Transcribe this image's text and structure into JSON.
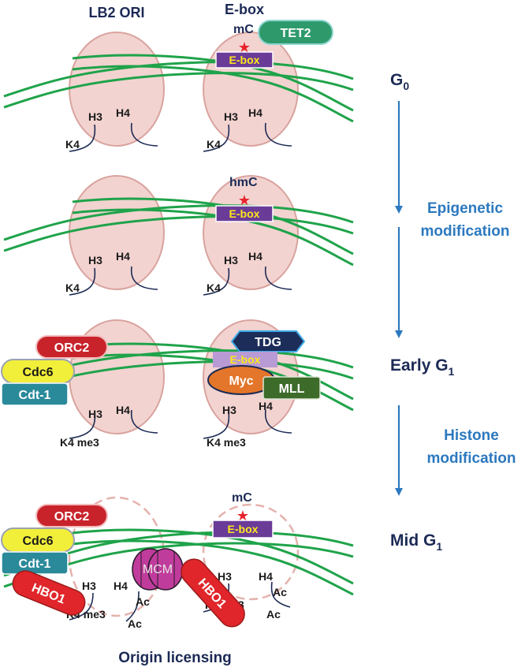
{
  "headers": {
    "left": "LB2 ORI",
    "right": "E-box"
  },
  "stages": {
    "g0": {
      "main": "G",
      "sub": "0"
    },
    "early_g1": {
      "main": "Early G",
      "sub": "1"
    },
    "mid_g1": {
      "main": "Mid G",
      "sub": "1"
    }
  },
  "processes": {
    "epigenetic": {
      "line1": "Epigenetic",
      "line2": "modification"
    },
    "histone": {
      "line1": "Histone",
      "line2": "modification"
    }
  },
  "histone_labels": {
    "h3": "H3",
    "h4": "H4",
    "k4": "K4",
    "k4me3": "K4 me3",
    "ac": "Ac"
  },
  "marks": {
    "methyl": "mC",
    "hydroxymethyl": "hmC"
  },
  "ebox_label": "E-box",
  "proteins": {
    "tet2": "TET2",
    "tdg": "TDG",
    "myc": "Myc",
    "mll": "MLL",
    "orc2": "ORC2",
    "cdc6": "Cdc6",
    "cdt1": "Cdt-1",
    "mcm": "MCM",
    "hbo1": "HBO1"
  },
  "footer": "Origin licensing",
  "colors": {
    "dna": "#1fa34a",
    "nucleosome": "#f2d3d0",
    "nucleosome_edge": "#d9a39e",
    "ebox": "#6a3c98",
    "ebox_light": "#b89ad4",
    "tet2": "#2e9a6c",
    "tdg": "#1c2d5a",
    "myc": "#e3762a",
    "mll": "#3d6b2a",
    "orc2": "#c8232b",
    "cdc6": "#f2ef3a",
    "cdt1": "#2a8a9a",
    "mcm": "#c03c9c",
    "hbo1": "#e0262b",
    "star": "#e8232b",
    "arrow": "#2c79bf",
    "text_dark": "#1c2a55"
  }
}
